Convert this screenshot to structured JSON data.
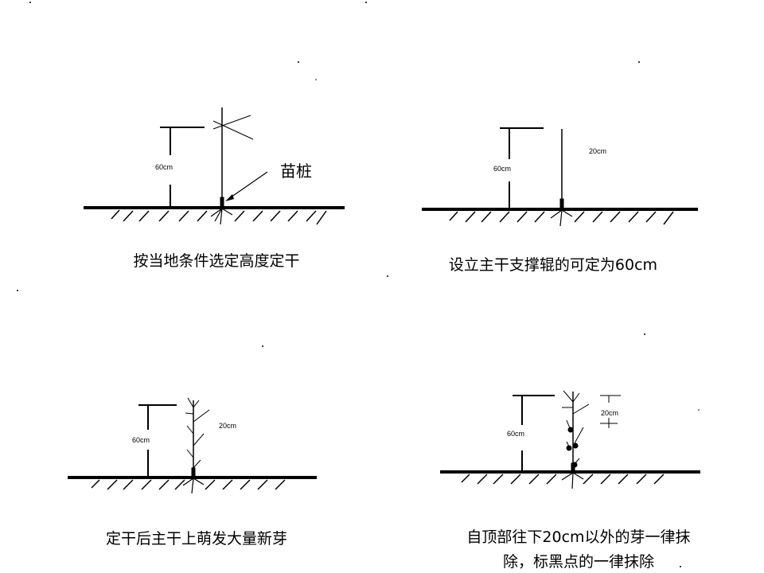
{
  "panels": [
    {
      "dim_label": "60cm",
      "stump_label": "苗桩",
      "caption": "按当地条件选定高度定干"
    },
    {
      "dim_label": "60cm",
      "top_label": "20cm",
      "caption": "设立主干支撑辊的可定为60cm"
    },
    {
      "dim_label": "60cm",
      "top_label": "20cm",
      "caption": "定干后主干上萌发大量新芽"
    },
    {
      "dim_label": "60cm",
      "top_label": "20cm",
      "caption_line1": "自顶部往下20cm以外的芽一律抹",
      "caption_line2": "除，标黑点的一律抹除"
    }
  ]
}
